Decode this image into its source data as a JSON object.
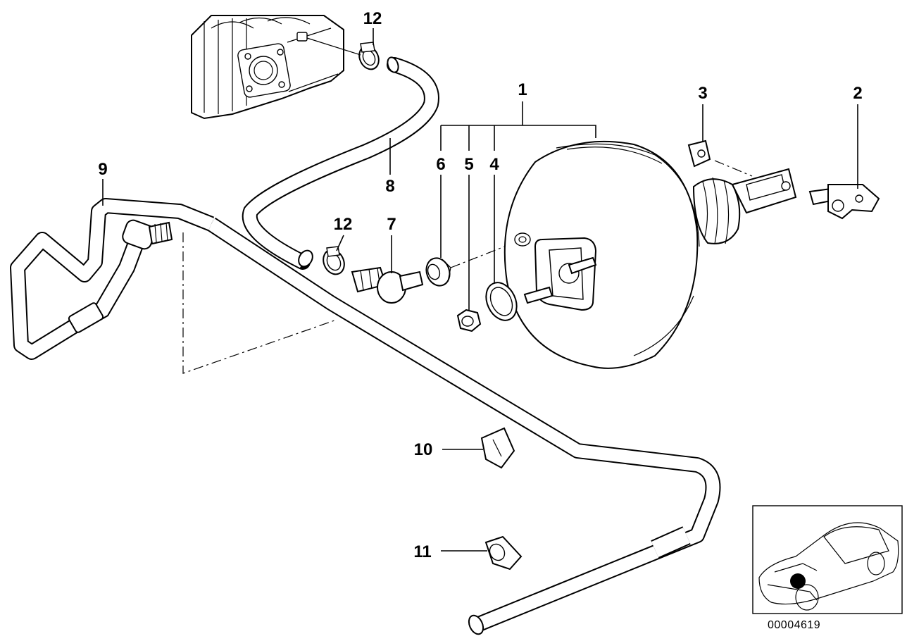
{
  "callouts": [
    {
      "id": "1",
      "text": "1"
    },
    {
      "id": "2",
      "text": "2"
    },
    {
      "id": "3",
      "text": "3"
    },
    {
      "id": "4",
      "text": "4"
    },
    {
      "id": "5",
      "text": "5"
    },
    {
      "id": "6",
      "text": "6"
    },
    {
      "id": "7",
      "text": "7"
    },
    {
      "id": "8",
      "text": "8"
    },
    {
      "id": "9",
      "text": "9"
    },
    {
      "id": "10",
      "text": "10"
    },
    {
      "id": "11",
      "text": "11"
    },
    {
      "id": "12a",
      "text": "12"
    },
    {
      "id": "12b",
      "text": "12"
    }
  ],
  "reference_number": "00004619"
}
